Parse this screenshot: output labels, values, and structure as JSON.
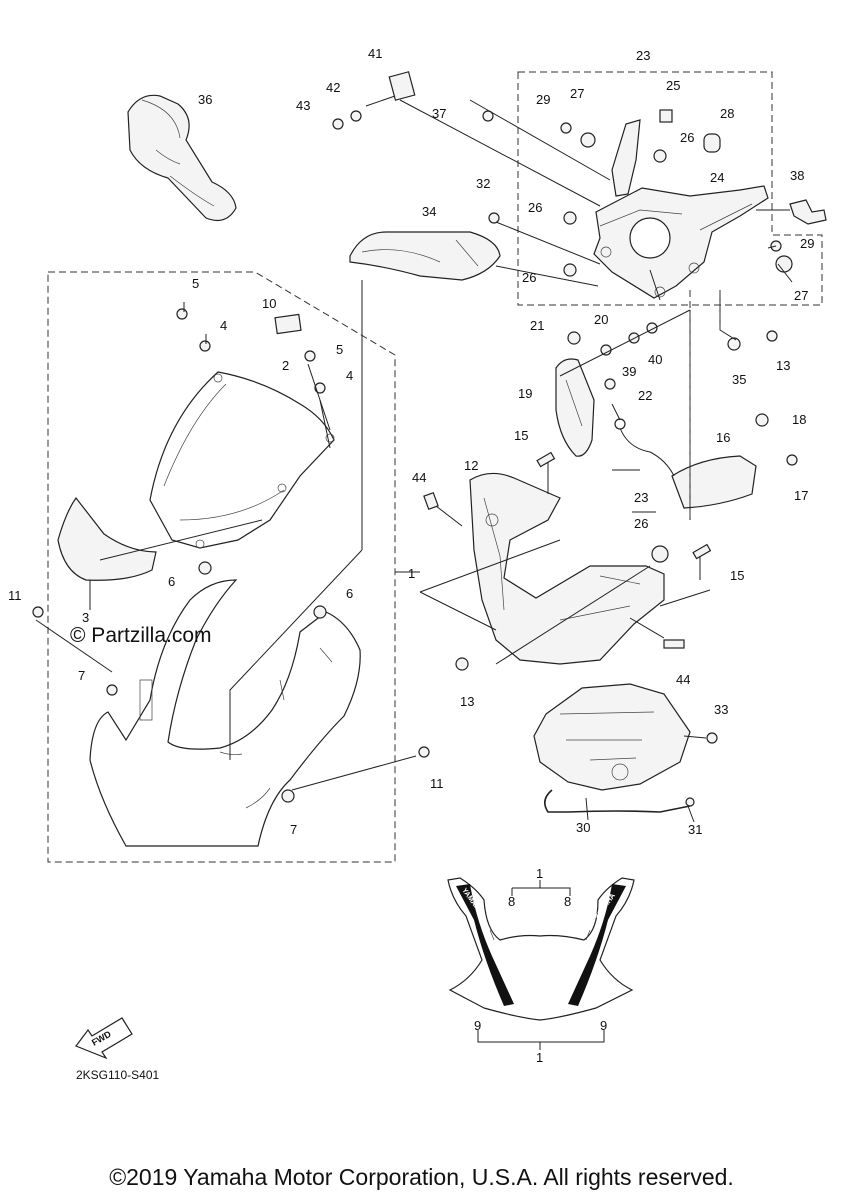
{
  "watermark": "© Partzilla.com",
  "diagram_code": "2KSG110-S401",
  "copyright": "©2019 Yamaha Motor Corporation, U.S.A. All rights reserved.",
  "fwd_badge": "FWD",
  "decal_brand": "YAMAHA",
  "callouts": {
    "c1_right": "1",
    "c1_decal_top": "1",
    "c1_decal_bottom": "1",
    "c2": "2",
    "c3": "3",
    "c4_a": "4",
    "c4_b": "4",
    "c5_a": "5",
    "c5_b": "5",
    "c6_a": "6",
    "c6_b": "6",
    "c7_a": "7",
    "c7_b": "7",
    "c8_a": "8",
    "c8_b": "8",
    "c9_a": "9",
    "c9_b": "9",
    "c10": "10",
    "c11_a": "11",
    "c11_b": "11",
    "c12": "12",
    "c13_a": "13",
    "c13_b": "13",
    "c15_a": "15",
    "c15_b": "15",
    "c16": "16",
    "c17": "17",
    "c18": "18",
    "c19": "19",
    "c20": "20",
    "c21": "21",
    "c22": "22",
    "c23_top": "23",
    "c23_mid": "23",
    "c24": "24",
    "c25": "25",
    "c26_a": "26",
    "c26_b": "26",
    "c26_c": "26",
    "c26_mid": "26",
    "c27_a": "27",
    "c27_b": "27",
    "c28": "28",
    "c29_a": "29",
    "c29_b": "29",
    "c30": "30",
    "c31": "31",
    "c32": "32",
    "c33": "33",
    "c34": "34",
    "c35": "35",
    "c36": "36",
    "c37": "37",
    "c38": "38",
    "c39": "39",
    "c40": "40",
    "c41": "41",
    "c42": "42",
    "c43": "43",
    "c44_a": "44",
    "c44_b": "44"
  }
}
